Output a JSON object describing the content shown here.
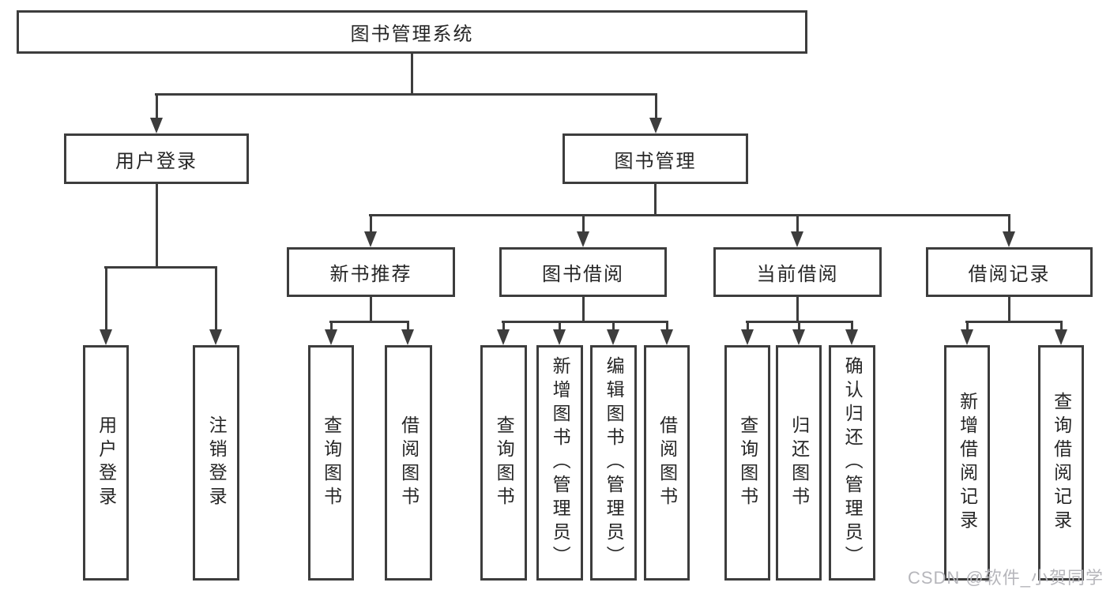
{
  "tree": {
    "label": "图书管理系统",
    "children": [
      {
        "label": "用户登录",
        "children": [
          {
            "label": "用户登录"
          },
          {
            "label": "注销登录"
          }
        ]
      },
      {
        "label": "图书管理",
        "children": [
          {
            "label": "新书推荐",
            "children": [
              {
                "label": "查询图书"
              },
              {
                "label": "借阅图书"
              }
            ]
          },
          {
            "label": "图书借阅",
            "children": [
              {
                "label": "查询图书"
              },
              {
                "label": "新增图书（管理员）"
              },
              {
                "label": "编辑图书（管理员）"
              },
              {
                "label": "借阅图书"
              }
            ]
          },
          {
            "label": "当前借阅",
            "children": [
              {
                "label": "查询图书"
              },
              {
                "label": "归还图书"
              },
              {
                "label": "确认归还（管理员）"
              }
            ]
          },
          {
            "label": "借阅记录",
            "children": [
              {
                "label": "新增借阅记录"
              },
              {
                "label": "查询借阅记录"
              }
            ]
          }
        ]
      }
    ]
  },
  "watermark": {
    "text": "CSDN @软件_小贺同学"
  },
  "colors": {
    "line": "#3d3d3d",
    "text": "#262626",
    "watermark": "#b6b6bb",
    "background": "#ffffff"
  }
}
